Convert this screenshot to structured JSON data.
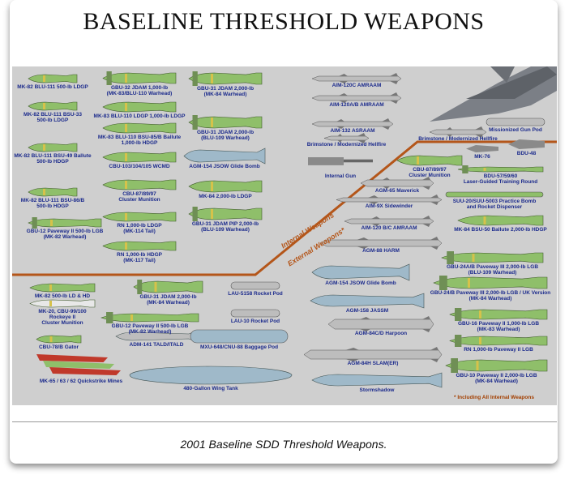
{
  "title": "BASELINE THRESHOLD WEAPONS",
  "caption": "2001 Baseline SDD Threshold Weapons.",
  "region_labels": {
    "internal": "Internal Weapons",
    "external": "External Weapons*"
  },
  "footnote": "* Including All Internal Weapons",
  "colors": {
    "panel": "#cfcfcf",
    "divider": "#b4561a",
    "label": "#1b2a8c",
    "ordnance": "#8fbf6a"
  },
  "weapons": [
    {
      "id": "w1",
      "lines": [
        "MK-82 BLU-111 500-lb LDGP"
      ],
      "shape": "bomb",
      "color": "#8fbf6a"
    },
    {
      "id": "w2",
      "lines": [
        "GBU-32 JDAM 1,000-lb",
        "(MK-83/BLU-110 Warhead)"
      ],
      "shape": "guided",
      "color": "#8fbf6a"
    },
    {
      "id": "w3",
      "lines": [
        "GBU-31 JDAM 2,000-lb",
        "(MK-84 Warhead)"
      ],
      "shape": "guided",
      "color": "#8fbf6a"
    },
    {
      "id": "w4",
      "lines": [
        "AIM-120C AMRAAM"
      ],
      "shape": "missile",
      "color": "#bdbdbd"
    },
    {
      "id": "w5",
      "lines": [
        "MK-82 BLU-111 BSU-33",
        "500-lb LDGP"
      ],
      "shape": "bomb",
      "color": "#8fbf6a"
    },
    {
      "id": "w6",
      "lines": [
        "MK-83 BLU-110 LDGP 1,000-lb LDGP"
      ],
      "shape": "bomb",
      "color": "#8fbf6a"
    },
    {
      "id": "w7",
      "lines": [
        "AIM-120A/B AMRAAM"
      ],
      "shape": "missile",
      "color": "#bdbdbd"
    },
    {
      "id": "w8",
      "lines": [
        "MK-83 BLU-110 BSU-85/B Ballute",
        "1,000-lb HDGP"
      ],
      "shape": "bomb",
      "color": "#8fbf6a"
    },
    {
      "id": "w9",
      "lines": [
        "GBU-31 JDAM 2,000-lb",
        "(BLU-109 Warhead)"
      ],
      "shape": "guided",
      "color": "#8fbf6a"
    },
    {
      "id": "w10",
      "lines": [
        "AIM-132 ASRAAM"
      ],
      "shape": "missile",
      "color": "#bdbdbd"
    },
    {
      "id": "w11",
      "lines": [
        "Brimstone / Modernized Hellfire"
      ],
      "shape": "missile",
      "color": "#bdbdbd"
    },
    {
      "id": "w12",
      "lines": [
        "Brimstone / Modernized Hellfire"
      ],
      "shape": "missile",
      "color": "#bdbdbd"
    },
    {
      "id": "w13",
      "lines": [
        "Missionized Gun Pod"
      ],
      "shape": "pod",
      "color": "#bdbdbd"
    },
    {
      "id": "w14",
      "lines": [
        "MK-82 BLU-111 BSU-49 Ballute",
        "500-lb HDGP"
      ],
      "shape": "bomb",
      "color": "#8fbf6a"
    },
    {
      "id": "w15",
      "lines": [
        "CBU-103/104/105 WCMD"
      ],
      "shape": "bomb",
      "color": "#8fbf6a"
    },
    {
      "id": "w16",
      "lines": [
        "AGM-154 JSOW Glide Bomb"
      ],
      "shape": "glide",
      "color": "#9fb9c9"
    },
    {
      "id": "w17",
      "lines": [
        "Internal Gun"
      ],
      "shape": "gun",
      "color": "#8a8a8a"
    },
    {
      "id": "w18",
      "lines": [
        "MK-76"
      ],
      "shape": "small",
      "color": "#8a8a8a"
    },
    {
      "id": "w19",
      "lines": [
        "BDU-48"
      ],
      "shape": "small",
      "color": "#8a8a8a"
    },
    {
      "id": "w20",
      "lines": [
        "CBU-87/89/97",
        "Cluster Munition"
      ],
      "shape": "bomb",
      "color": "#8fbf6a"
    },
    {
      "id": "w21",
      "lines": [
        "BDU-57/59/60",
        "Laser-Guided Training Round"
      ],
      "shape": "guided",
      "color": "#8fbf6a"
    },
    {
      "id": "w22",
      "lines": [
        "MK-82 BLU-111 BSU-86/B",
        "500-lb HDGP"
      ],
      "shape": "bomb",
      "color": "#8fbf6a"
    },
    {
      "id": "w23",
      "lines": [
        "CBU-87/89/97",
        "Cluster Munition"
      ],
      "shape": "bomb",
      "color": "#8fbf6a"
    },
    {
      "id": "w24",
      "lines": [
        "MK-84 2,000-lb LDGP"
      ],
      "shape": "bomb",
      "color": "#8fbf6a"
    },
    {
      "id": "w25",
      "lines": [
        "AGM-65 Maverick"
      ],
      "shape": "missile",
      "color": "#bdbdbd"
    },
    {
      "id": "w26",
      "lines": [
        "SUU-20/SUU-5003 Practice Bomb",
        "and Rocket Dispenser"
      ],
      "shape": "pod",
      "color": "#8fbf6a"
    },
    {
      "id": "w27",
      "lines": [
        "AIM-9X Sidewinder"
      ],
      "shape": "missile",
      "color": "#bdbdbd"
    },
    {
      "id": "w28",
      "lines": [
        "RN 1,000-lb LDGP",
        "(MK-114 Tail)"
      ],
      "shape": "bomb",
      "color": "#8fbf6a"
    },
    {
      "id": "w29",
      "lines": [
        "GBU-31 JDAM PIP 2,000-lb",
        "(BLU-109 Warhead)"
      ],
      "shape": "guided",
      "color": "#8fbf6a"
    },
    {
      "id": "w30",
      "lines": [
        "GBU-12 Paveway II 500-lb LGB",
        "(MK-82 Warhead)"
      ],
      "shape": "guided",
      "color": "#8fbf6a"
    },
    {
      "id": "w31",
      "lines": [
        "AIM-120 B/C AMRAAM"
      ],
      "shape": "missile",
      "color": "#bdbdbd"
    },
    {
      "id": "w32",
      "lines": [
        "MK-84 BSU-50 Ballute 2,000-lb HDGP"
      ],
      "shape": "bomb",
      "color": "#8fbf6a"
    },
    {
      "id": "w33",
      "lines": [
        "RN 1,000-lb HDGP",
        "(MK-117 Tail)"
      ],
      "shape": "bomb",
      "color": "#8fbf6a"
    },
    {
      "id": "w34",
      "lines": [
        "AGM-88 HARM"
      ],
      "shape": "missile",
      "color": "#bdbdbd"
    },
    {
      "id": "w35",
      "lines": [
        "GBU-24A/B Paveway III 2,000-lb LGB",
        "(BLU-109 Warhead)"
      ],
      "shape": "guided",
      "color": "#8fbf6a"
    },
    {
      "id": "w36",
      "lines": [
        "MK-82 500-lb LD & HD"
      ],
      "shape": "bomb",
      "color": "#8fbf6a"
    },
    {
      "id": "w37",
      "lines": [
        "GBU-31 JDAM 2,000-lb",
        "(MK-84 Warhead)"
      ],
      "shape": "guided",
      "color": "#8fbf6a"
    },
    {
      "id": "w38",
      "lines": [
        "LAU-5158 Rocket Pod"
      ],
      "shape": "pod",
      "color": "#bdbdbd"
    },
    {
      "id": "w39",
      "lines": [
        "AGM-154 JSOW Glide Bomb"
      ],
      "shape": "glide",
      "color": "#9fb9c9"
    },
    {
      "id": "w40",
      "lines": [
        "GBU-24/B Paveway III 2,000-lb LGB / UK Version",
        "(MK-84 Warhead)"
      ],
      "shape": "guided",
      "color": "#8fbf6a"
    },
    {
      "id": "w41",
      "lines": [
        "MK-20, CBU-99/100",
        "Rockeye II",
        "Cluster Munition"
      ],
      "shape": "bomb",
      "color": "#e8e8e8"
    },
    {
      "id": "w42",
      "lines": [
        "LAU-10 Rocket Pod"
      ],
      "shape": "pod",
      "color": "#bdbdbd"
    },
    {
      "id": "w43",
      "lines": [
        "AGM-158 JASSM"
      ],
      "shape": "cruise",
      "color": "#9fb9c9"
    },
    {
      "id": "w44",
      "lines": [
        "GBU-12 Paveway II 500-lb LGB",
        "(MK-82 Warhead)"
      ],
      "shape": "guided",
      "color": "#8fbf6a"
    },
    {
      "id": "w45",
      "lines": [
        "GBU-16 Paveway II 1,000-lb LGB",
        "(MK-83 Warhead)"
      ],
      "shape": "guided",
      "color": "#8fbf6a"
    },
    {
      "id": "w46",
      "lines": [
        "CBU-78/B Gator"
      ],
      "shape": "bomb",
      "color": "#8fbf6a"
    },
    {
      "id": "w47",
      "lines": [
        "ADM-141 TALD/ITALD"
      ],
      "shape": "cruise",
      "color": "#bdbdbd"
    },
    {
      "id": "w48",
      "lines": [
        "MXU-648/CNU-88 Baggage Pod"
      ],
      "shape": "pod",
      "color": "#9fb9c9"
    },
    {
      "id": "w49",
      "lines": [
        "AGM-84C/D Harpoon"
      ],
      "shape": "missile",
      "color": "#bdbdbd"
    },
    {
      "id": "w50",
      "lines": [
        "RN 1,000-lb Paveway II LGB"
      ],
      "shape": "guided",
      "color": "#8fbf6a"
    },
    {
      "id": "w51",
      "lines": [
        "AGM-84H SLAM(ER)"
      ],
      "shape": "missile",
      "color": "#bdbdbd"
    },
    {
      "id": "w52",
      "lines": [
        "MK-65 / 63 / 62 Quickstrike Mines"
      ],
      "shape": "mines",
      "color": "#8fbf6a"
    },
    {
      "id": "w53",
      "lines": [
        "480-Gallon Wing Tank"
      ],
      "shape": "tank",
      "color": "#9fb9c9"
    },
    {
      "id": "w54",
      "lines": [
        "Stormshadow"
      ],
      "shape": "cruise",
      "color": "#9fb9c9"
    },
    {
      "id": "w55",
      "lines": [
        "GBU-10 Paveway II 2,000-lb LGB",
        "(MK-84 Warhead)"
      ],
      "shape": "guided",
      "color": "#8fbf6a"
    }
  ]
}
